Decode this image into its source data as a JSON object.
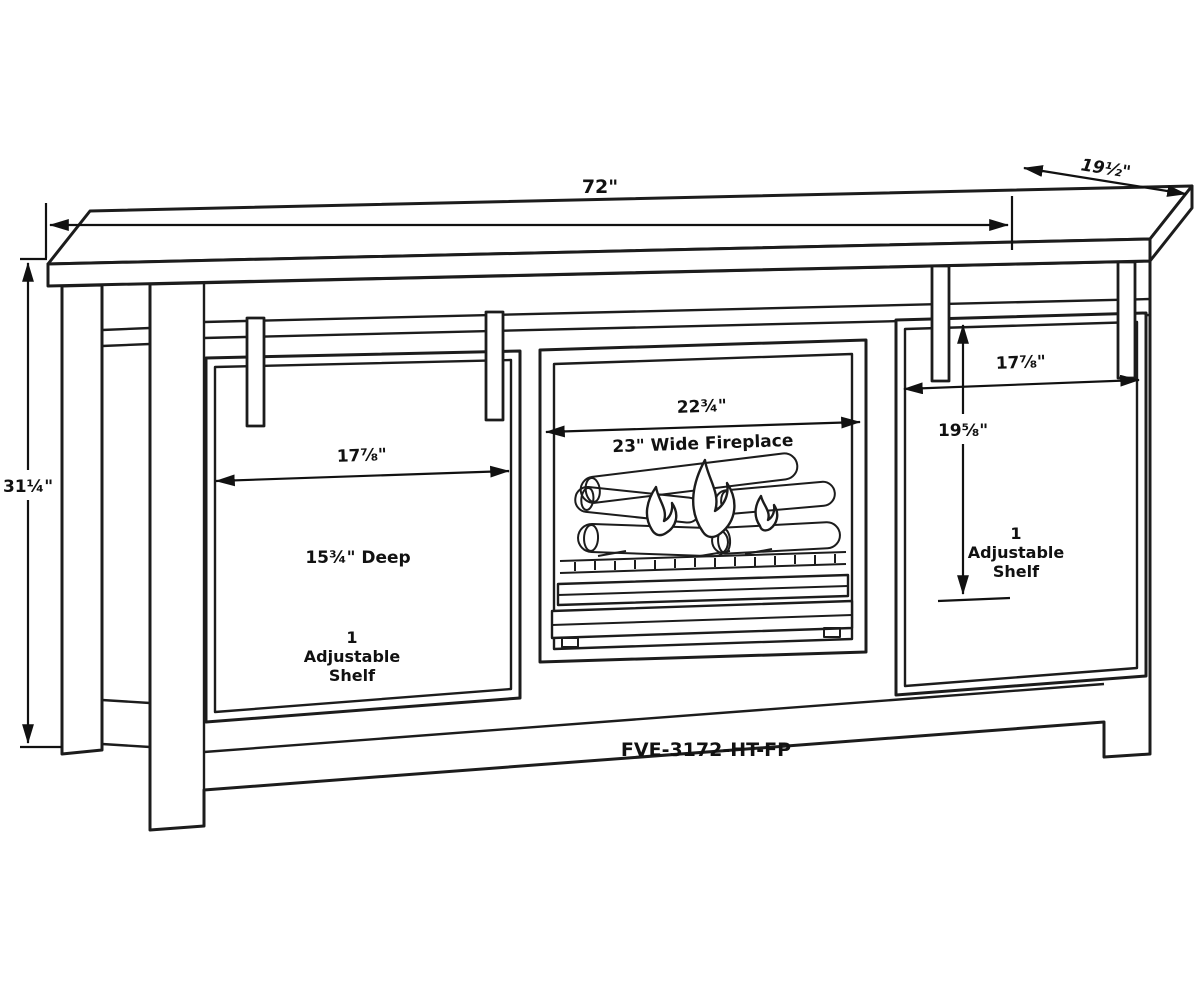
{
  "diagram": {
    "model_number": "FVE-3172-HT-FP",
    "dimensions": {
      "overall_width": "72\"",
      "overall_depth": "19½\"",
      "overall_height": "31¼\"",
      "left_door_width": "17⅞\"",
      "center_opening_width": "22¾\"",
      "right_door_width": "17⅞\"",
      "right_opening_height": "19⅝\"",
      "interior_depth": "15¾\" Deep",
      "fireplace_note": "23\" Wide Fireplace"
    },
    "annotations": {
      "left_shelf": [
        "1",
        "Adjustable",
        "Shelf"
      ],
      "right_shelf": [
        "1",
        "Adjustable",
        "Shelf"
      ]
    },
    "colors": {
      "line": "#1c1c1c",
      "label": "#111111",
      "background": "#ffffff"
    }
  }
}
